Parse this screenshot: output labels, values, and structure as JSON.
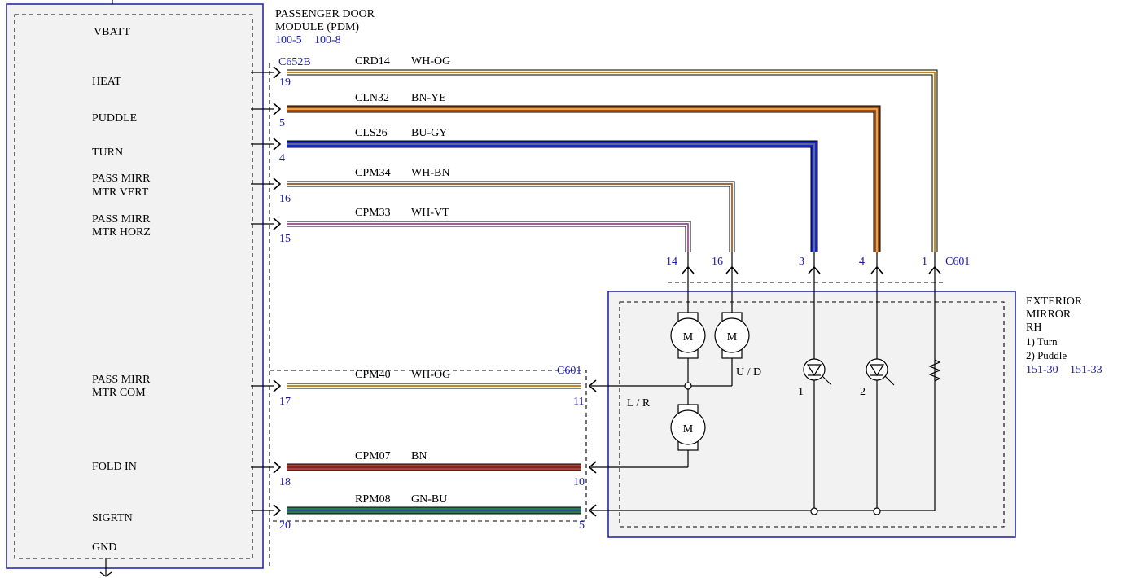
{
  "pdm": {
    "title_line1": "PASSENGER DOOR",
    "title_line2": "MODULE (PDM)",
    "ref1": "100-5",
    "ref2": "100-8",
    "connector": "C652B",
    "vbatt": "VBATT",
    "gnd": "GND"
  },
  "mirror": {
    "title_line1": "EXTERIOR",
    "title_line2": "MIRROR",
    "title_line3": "RH",
    "note1": "1) Turn",
    "note2": "2) Puddle",
    "ref1": "151-30",
    "ref2": "151-33",
    "connector_top": "C601",
    "connector_left": "C601",
    "lr_label": "L / R",
    "ud_label": "U / D",
    "motor_label": "M",
    "lamp1_label": "1",
    "lamp2_label": "2"
  },
  "wires": [
    {
      "id": "heat",
      "pin_label": "HEAT",
      "circuit": "CRD14",
      "color_code": "WH-OG",
      "pin": "19",
      "end_pin": "1",
      "c1": "#fbf6d6",
      "c2": "#b07a1a"
    },
    {
      "id": "puddle",
      "pin_label": "PUDDLE",
      "circuit": "CLN32",
      "color_code": "BN-YE",
      "pin": "5",
      "end_pin": "4",
      "c1": "#8a4516",
      "c2": "#e6a24a"
    },
    {
      "id": "turn",
      "pin_label": "TURN",
      "circuit": "CLS26",
      "color_code": "BU-GY",
      "pin": "4",
      "end_pin": "3",
      "c1": "#1220c8",
      "c2": "#5a6a90"
    },
    {
      "id": "vert",
      "pin_label": "PASS MIRR",
      "pin_label2": "MTR VERT",
      "circuit": "CPM34",
      "color_code": "WH-BN",
      "pin": "16",
      "end_pin": "16",
      "c1": "#f7f3ee",
      "c2": "#8a5a2a"
    },
    {
      "id": "horz",
      "pin_label": "PASS MIRR",
      "pin_label2": "MTR HORZ",
      "circuit": "CPM33",
      "color_code": "WH-VT",
      "pin": "15",
      "end_pin": "14",
      "c1": "#f9f4f9",
      "c2": "#8a4f8a"
    },
    {
      "id": "com",
      "pin_label": "PASS MIRR",
      "pin_label2": "MTR COM",
      "circuit": "CPM40",
      "color_code": "WH-OG",
      "pin": "17",
      "end_pin": "11",
      "c1": "#fbf6d6",
      "c2": "#b07a1a"
    },
    {
      "id": "fold",
      "pin_label": "FOLD IN",
      "circuit": "CPM07",
      "color_code": "BN",
      "pin": "18",
      "end_pin": "10",
      "c1": "#b0463a",
      "c2": "#7a2a20"
    },
    {
      "id": "sig",
      "pin_label": "SIGRTN",
      "circuit": "RPM08",
      "color_code": "GN-BU",
      "pin": "20",
      "end_pin": "5",
      "c1": "#2f7a4a",
      "c2": "#2a4a9a"
    }
  ]
}
